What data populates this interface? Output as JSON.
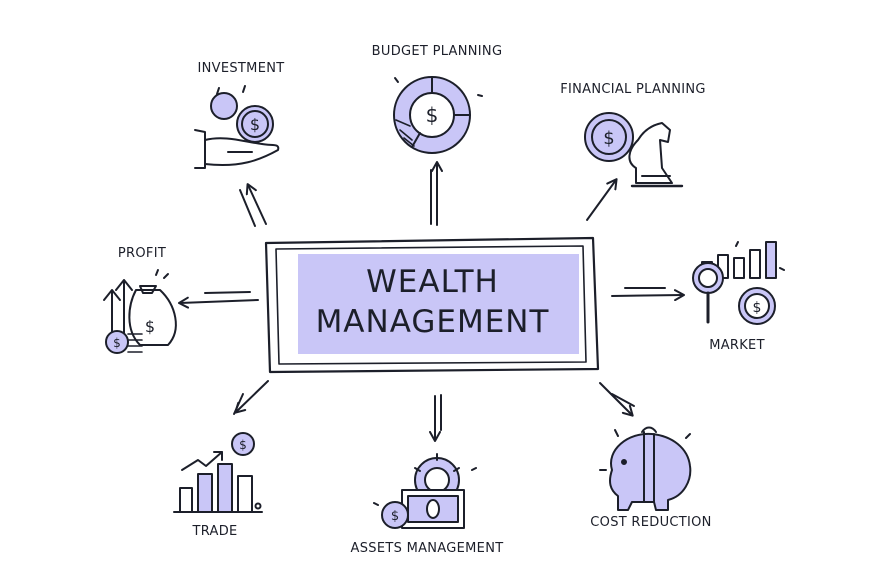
{
  "diagram": {
    "title_line_1": "WEALTH",
    "title_line_2": "MANAGEMENT",
    "accent_color": "#c9c6f7",
    "ink_color": "#1c1f2a",
    "nodes": {
      "investment": "INVESTMENT",
      "budget_planning": "BUDGET PLANNING",
      "financial_planning": "FINANCIAL PLANNING",
      "profit": "PROFIT",
      "market": "MARKET",
      "trade": "TRADE",
      "assets_management": "ASSETS MANAGEMENT",
      "cost_reduction": "COST REDUCTION"
    },
    "icons": {
      "investment": "hand-holding-coin-icon",
      "budget_planning": "donut-chart-dollar-icon",
      "financial_planning": "coin-chess-knight-icon",
      "profit": "money-bag-arrow-icon",
      "market": "bar-chart-magnifier-icon",
      "trade": "bar-chart-growth-icon",
      "assets_management": "gear-cash-icon",
      "cost_reduction": "piggy-bank-icon"
    }
  }
}
